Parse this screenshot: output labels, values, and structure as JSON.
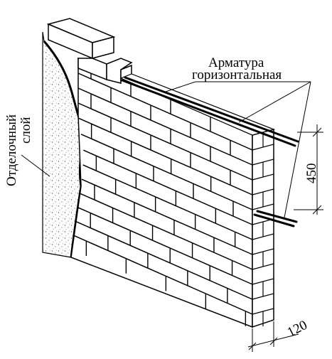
{
  "labels": {
    "rebar_line1": "Арматура",
    "rebar_line2": "горизонтальная",
    "finish_layer_line1": "Отделочный",
    "finish_layer_line2": "слой"
  },
  "dimensions": {
    "rebar_spacing": "450",
    "wall_thickness": "120"
  },
  "colors": {
    "ink": "#000000",
    "paper": "#ffffff",
    "plaster": "#f4f4f4"
  }
}
